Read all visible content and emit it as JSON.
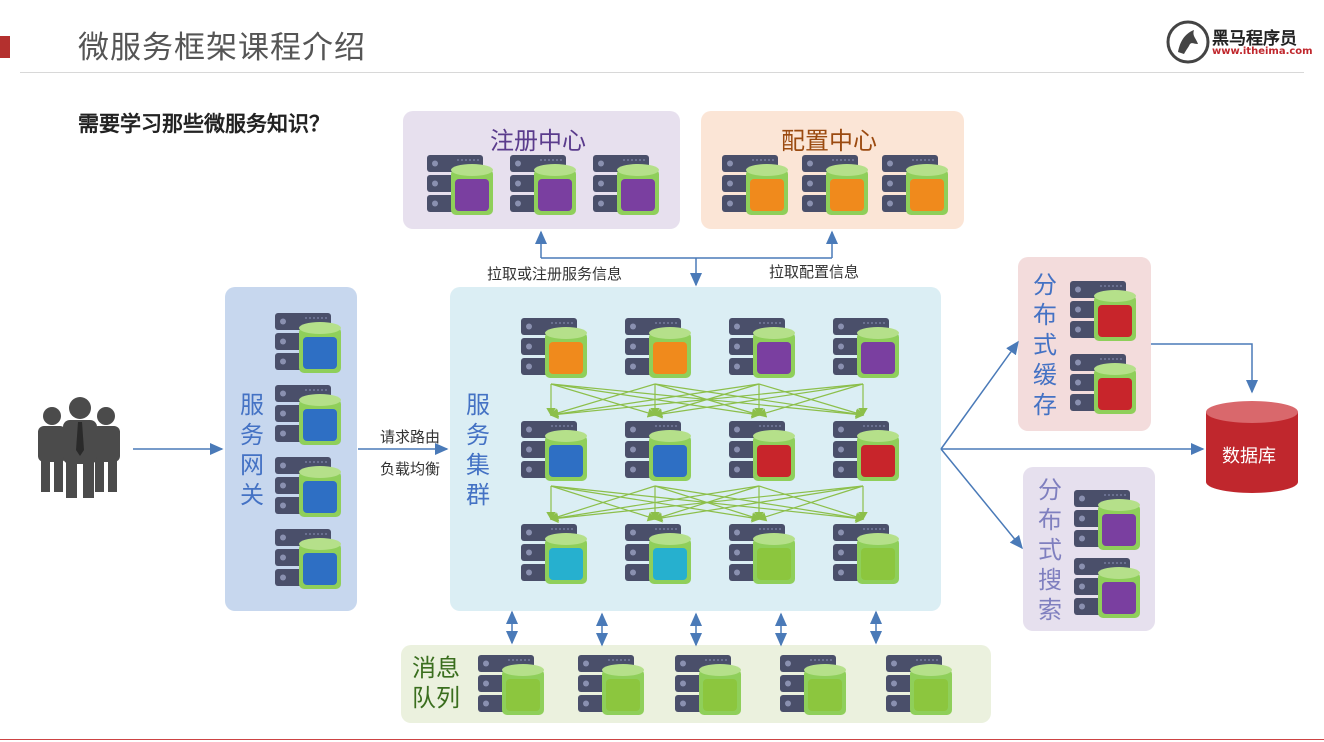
{
  "slide": {
    "title": "微服务框架课程介绍",
    "question": "需要学习那些微服务知识？"
  },
  "logo": {
    "name": "黑马程序员",
    "url": "www.itheima.com",
    "icon": "horse-logo-icon"
  },
  "panels": {
    "registry": {
      "label": "注册中心",
      "color": "#5a3b8c",
      "bg": "#e7e0ee"
    },
    "config": {
      "label": "配置中心",
      "color": "#9b4a10",
      "bg": "#fbe5d6"
    },
    "gateway": {
      "label": "服务网关",
      "color": "#4472c4",
      "bg": "#c7d7ee"
    },
    "cluster": {
      "label": "服务集群",
      "color": "#4472c4",
      "bg": "#dbeef4"
    },
    "cache": {
      "label": "分布式缓存",
      "color": "#4472c4",
      "bg": "#f3dcdc"
    },
    "search": {
      "label": "分布式搜索",
      "color": "#4472c4",
      "bg": "#e6e0ee"
    },
    "mq": {
      "label": "消息队列",
      "color": "#3a6e1e",
      "bg": "#ebf1de"
    }
  },
  "edges": {
    "registry_pull": "拉取或注册服务信息",
    "config_pull": "拉取配置信息",
    "gateway_route": "请求路由",
    "gateway_balance": "负载均衡"
  },
  "database": {
    "label": "数据库",
    "color": "#c0272d"
  },
  "colors": {
    "server": "#4a4f6a",
    "cylinder_top": "#8fcf5a",
    "purple": "#7a3fa0",
    "orange": "#f08a1c",
    "blue": "#2e6fc4",
    "red": "#c8252b",
    "cyan": "#26b0cf",
    "green": "#8cc63e",
    "arrow": "#4a7ab8",
    "mesh": "#8cbf4a"
  }
}
